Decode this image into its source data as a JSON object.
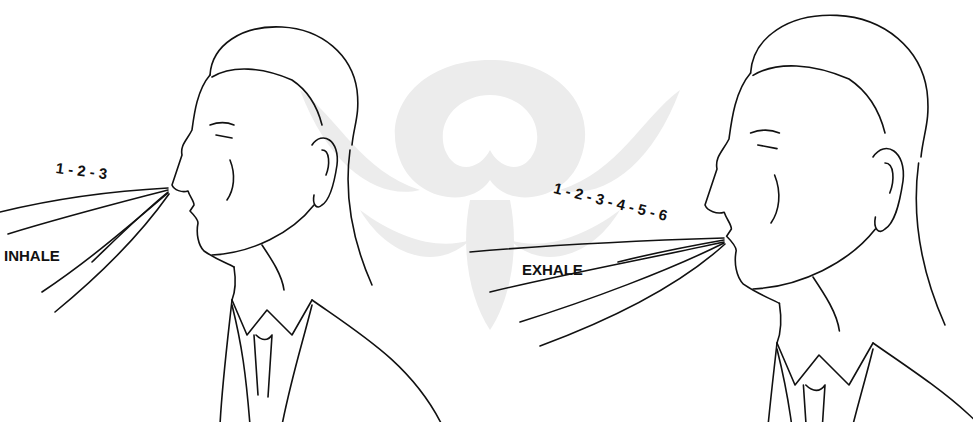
{
  "diagram": {
    "labels": [
      "1 - 2 - 3",
      "INHALE",
      "1 - 2 - 3 - 4 - 5 - 6",
      "EXHALE"
    ]
  }
}
